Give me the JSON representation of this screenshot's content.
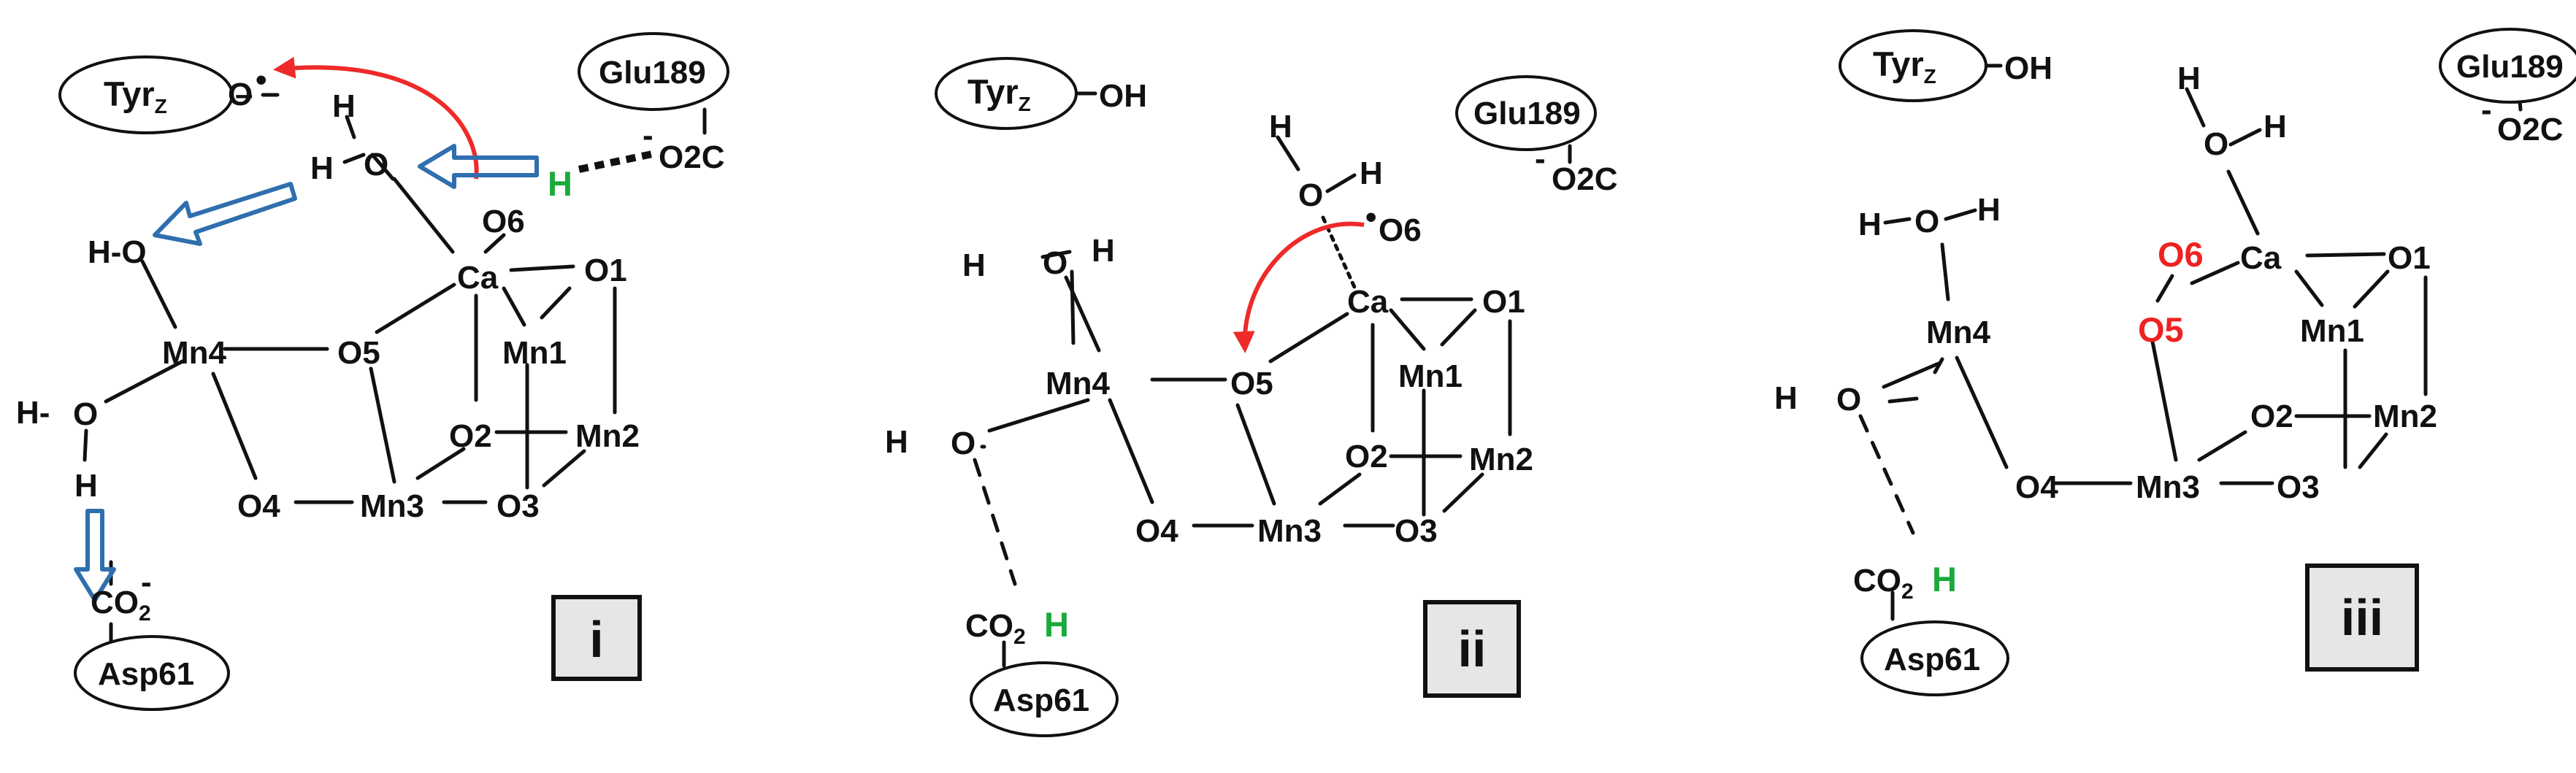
{
  "colors": {
    "ink": "#111111",
    "red_arrow": "#ee2a2a",
    "highlight_red": "#ee2222",
    "proton_green": "#1aaa3c",
    "blue_arrow": "#2f6fae",
    "panel_box_fill": "#e6e6e6",
    "oval_fill": "#ffffff"
  },
  "panels": [
    {
      "id": "i",
      "label": "i",
      "residues": {
        "tyr": "Tyr",
        "tyr_sub": "Z",
        "asp": "Asp61",
        "glu": "Glu189"
      },
      "atoms": {
        "mn4": "Mn4",
        "mn1": "Mn1",
        "mn2": "Mn2",
        "mn3": "Mn3",
        "ca": "Ca",
        "o1": "O1",
        "o2": "O2",
        "o3": "O3",
        "o4": "O4",
        "o5": "O5",
        "o6": "O6",
        "o_radical": "O",
        "radical": "•",
        "tyr_bond": "–",
        "w1_o": "O",
        "w1_h1": "H",
        "w1_h2": "H",
        "w2_o": "H-O",
        "w3_h": "H-",
        "w3_o": "O",
        "w3_h2": "H",
        "glu_carboxylate": "O2C",
        "glu_minus": "-",
        "asp_carboxylate": "CO",
        "asp_sub": "2",
        "asp_minus": "-",
        "proton": "H"
      }
    },
    {
      "id": "ii",
      "label": "ii",
      "residues": {
        "tyr": "Tyr",
        "tyr_sub": "Z",
        "asp": "Asp61",
        "glu": "Glu189"
      },
      "atoms": {
        "mn4": "Mn4",
        "mn1": "Mn1",
        "mn2": "Mn2",
        "mn3": "Mn3",
        "ca": "Ca",
        "o1": "O1",
        "o2": "O2",
        "o3": "O3",
        "o4": "O4",
        "o5": "O5",
        "o6": "O6",
        "o6_radical": "•",
        "tyr_oh": "OH",
        "wca_h": "H",
        "wca_o": "O",
        "wca_h2": "H",
        "w1_h": "H",
        "w1_o": "O",
        "w1_h2": "H",
        "w3_h": "H",
        "w3_o": "O",
        "glu_carboxylate": "O2C",
        "glu_minus": "-",
        "asp_carboxylate": "CO",
        "asp_sub": "2",
        "proton": "H"
      }
    },
    {
      "id": "iii",
      "label": "iii",
      "residues": {
        "tyr": "Tyr",
        "tyr_sub": "Z",
        "asp": "Asp61",
        "glu": "Glu189"
      },
      "atoms": {
        "mn4": "Mn4",
        "mn1": "Mn1",
        "mn2": "Mn2",
        "mn3": "Mn3",
        "ca": "Ca",
        "o1": "O1",
        "o2": "O2",
        "o3": "O3",
        "o4": "O4",
        "o5": "O5",
        "o6": "O6",
        "tyr_oh": "OH",
        "wca_h": "H",
        "wca_o": "O",
        "wca_h2": "H",
        "w1_h": "H",
        "w1_o": "O",
        "w1_h2": "H",
        "w3_h": "H",
        "w3_o": "O",
        "glu_carboxylate": "O2C",
        "glu_minus": "-",
        "asp_carboxylate": "CO",
        "asp_sub": "2",
        "proton": "H"
      }
    }
  ]
}
